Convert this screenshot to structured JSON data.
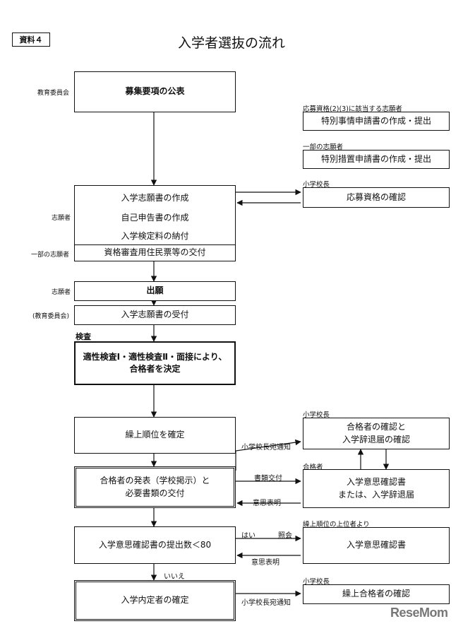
{
  "header": {
    "badge": "資料４",
    "title": "入学者選抜の流れ"
  },
  "actors": {
    "board": "教育委員会",
    "applicant": "志願者",
    "some_applicants": "一部の志願者",
    "applicant2": "志願者",
    "board_paren": "(教育委員会)"
  },
  "boxes": {
    "announce": "募集要項の公表",
    "special_circumstances": "特別事情申請書の作成・提出",
    "special_measures": "特別措置申請書の作成・提出",
    "application_form": "入学志願書の作成",
    "self_report": "自己申告書の作成",
    "exam_fee": "入学検定料の納付",
    "residence_cert": "資格審査用住民票等の交付",
    "eligibility_check": "応募資格の確認",
    "apply": "出願",
    "receive": "入学志願書の受付",
    "decide_line1": "適性検査Ⅰ・適性検査Ⅱ・面接により、",
    "decide_line2": "合格者を決定",
    "waitlist": "繰上順位を確定",
    "announce_pass_line1": "合格者の発表（学校掲示）と",
    "announce_pass_line2": "必要書類の交付",
    "principal_confirm_line1": "合格者の確認と",
    "principal_confirm_line2": "入学辞退届の確認",
    "intent_or_decline_line1": "入学意思確認書",
    "intent_or_decline_line2": "または、入学辞退届",
    "count_check": "入学意思確認書の提出数＜80",
    "intent_doc": "入学意思確認書",
    "finalize": "入学内定者の確定",
    "promoted_confirm": "繰上合格者の確認"
  },
  "side_labels": {
    "eligible_applicants": "応募資格(2)(3)に該当する志願者",
    "some_applicants": "一部の志願者",
    "principal1": "小学校長",
    "principal2": "小学校長",
    "passers": "合格者",
    "waitlist_top": "繰上順位の上位者より",
    "principal3": "小学校長"
  },
  "arrow_labels": {
    "inspection": "検査",
    "to_principal": "小学校長宛通知",
    "docs_delivery": "書類交付",
    "intent_reply": "意思表明",
    "yes": "はい",
    "inquiry": "照会",
    "intent_reply2": "意思表明",
    "no": "いいえ",
    "to_principal2": "小学校長宛通知"
  },
  "logo": "ReseMom"
}
